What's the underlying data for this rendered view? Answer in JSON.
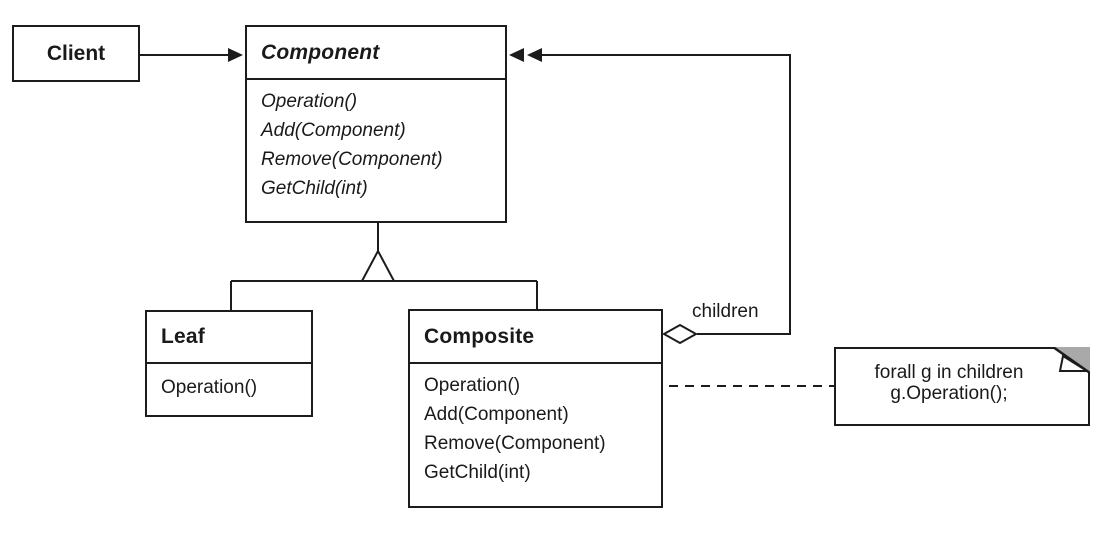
{
  "diagram_type": "uml-class-diagram",
  "colors": {
    "line": "#1c1c1c",
    "text": "#1a1a1a",
    "background": "#ffffff",
    "note_fold_fill": "#a9a9a9"
  },
  "classes": {
    "client": {
      "name": "Client",
      "methods": []
    },
    "component": {
      "name": "Component",
      "methods": [
        "Operation()",
        "Add(Component)",
        "Remove(Component)",
        "GetChild(int)"
      ]
    },
    "leaf": {
      "name": "Leaf",
      "methods": [
        "Operation()"
      ]
    },
    "composite": {
      "name": "Composite",
      "methods": [
        "Operation()",
        "Add(Component)",
        "Remove(Component)",
        "GetChild(int)"
      ]
    }
  },
  "labels": {
    "children": "children"
  },
  "note": {
    "lines": [
      "forall g in children",
      "g.Operation();"
    ]
  },
  "relationships": [
    {
      "type": "association",
      "from": "Client",
      "to": "Component",
      "arrow": "filled"
    },
    {
      "type": "inheritance",
      "from": "Leaf",
      "to": "Component",
      "marker": "hollow-triangle"
    },
    {
      "type": "inheritance",
      "from": "Composite",
      "to": "Component",
      "marker": "hollow-triangle"
    },
    {
      "type": "aggregation",
      "from": "Composite",
      "to": "Component",
      "label": "children",
      "marker": "open-diamond",
      "arrow": "double-filled"
    },
    {
      "type": "note-link",
      "from": "Composite.Operation()",
      "to": "note",
      "style": "dashed-with-circle"
    }
  ]
}
